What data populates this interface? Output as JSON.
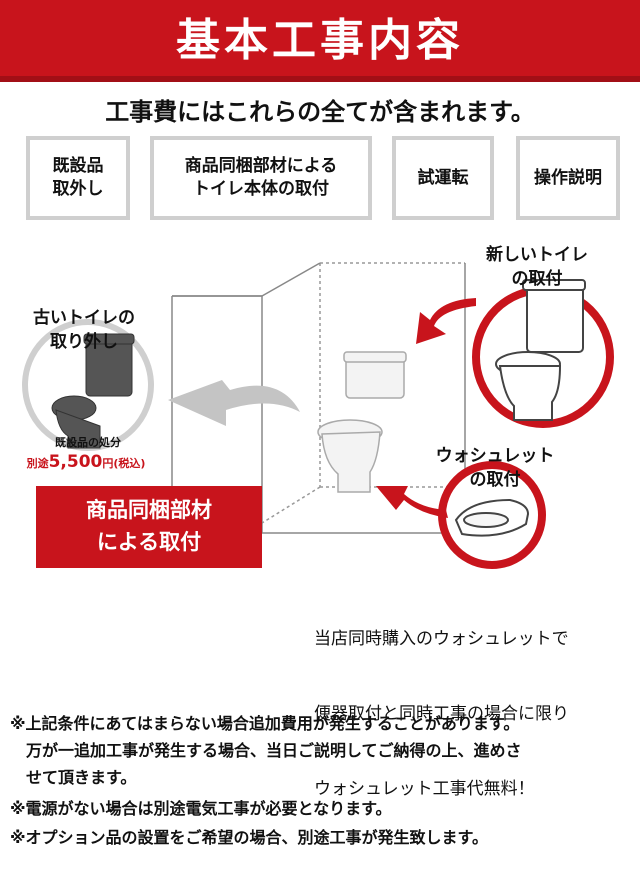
{
  "header": {
    "title": "基本工事内容"
  },
  "subtitle": "工事費にはこれらの全てが含まれます。",
  "included": [
    {
      "line1": "既設品",
      "line2": "取外し"
    },
    {
      "line1": "商品同梱部材による",
      "line2": "トイレ本体の取付"
    },
    {
      "line1": "試運転",
      "line2": ""
    },
    {
      "line1": "操作説明",
      "line2": ""
    }
  ],
  "old_toilet": {
    "label1": "古いトイレの",
    "label2": "取り外し",
    "disposal": "既設品の処分",
    "price_prefix": "別途",
    "price": "5,500",
    "price_suffix": "円",
    "tax": "(税込)"
  },
  "new_toilet": {
    "label1": "新しいトイレ",
    "label2": "の取付"
  },
  "washlet": {
    "label1": "ウォシュレット",
    "label2": "の取付"
  },
  "banner": {
    "line1": "商品同梱部材",
    "line2": "による取付"
  },
  "note": {
    "line1": "当店同時購入のウォシュレットで",
    "line2": "便器取付と同時工事の場合に限り",
    "line3": "ウォシュレット工事代無料！"
  },
  "footnotes": {
    "f1": "※上記条件にあてはまらない場合追加費用が発生することがあります。",
    "f2": "　万が一追加工事が発生する場合、当日ご説明してご納得の上、進めさ",
    "f3": "　せて頂きます。",
    "f4": "※電源がない場合は別途電気工事が必要となります。",
    "f5": "※オプション品の設置をご希望の場合、別途工事が発生致します。"
  },
  "colors": {
    "accent": "#c8141c",
    "box_border": "#cfcfcf",
    "old_toilet": "#555555"
  }
}
